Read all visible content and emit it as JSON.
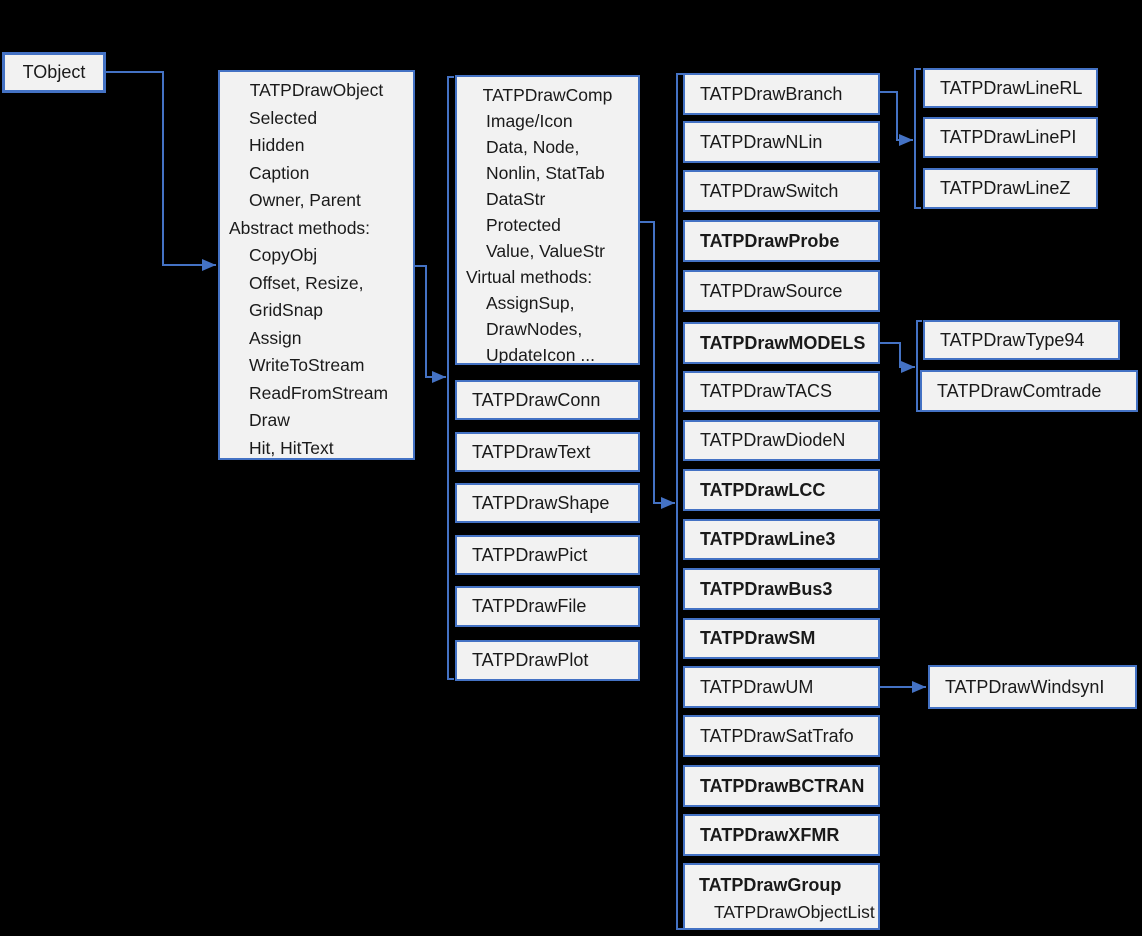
{
  "diagram": {
    "title": "TATPDraw class inheritance diagram",
    "background": "#000000",
    "accent": "#4472c4",
    "box_fill": "#f2f2f2",
    "text_color": "#1a1a1a"
  },
  "boxes": [
    {
      "id": "tobject",
      "label": "TObject"
    },
    {
      "id": "drawobject",
      "title": "TATPDrawObject",
      "members": [
        {
          "text": "Selected",
          "indent": 1
        },
        {
          "text": "Hidden",
          "indent": 1
        },
        {
          "text": "Caption",
          "indent": 1
        },
        {
          "text": "Owner, Parent",
          "indent": 1
        },
        {
          "text": "Abstract methods:",
          "indent": 0
        },
        {
          "text": "CopyObj",
          "indent": 1
        },
        {
          "text": "Offset, Resize,",
          "indent": 1
        },
        {
          "text": "GridSnap",
          "indent": 1
        },
        {
          "text": "Assign",
          "indent": 1
        },
        {
          "text": "WriteToStream",
          "indent": 1
        },
        {
          "text": "ReadFromStream",
          "indent": 1
        },
        {
          "text": "Draw",
          "indent": 1
        },
        {
          "text": "Hit, HitText",
          "indent": 1
        }
      ]
    },
    {
      "id": "comp",
      "title": "TATPDrawComp",
      "members": [
        {
          "text": "Image/Icon",
          "indent": 1
        },
        {
          "text": "Data, Node,",
          "indent": 1
        },
        {
          "text": "Nonlin, StatTab",
          "indent": 1
        },
        {
          "text": "DataStr",
          "indent": 1
        },
        {
          "text": "Protected",
          "indent": 1
        },
        {
          "text": "Value, ValueStr",
          "indent": 1
        },
        {
          "text": "Virtual methods:",
          "indent": 0
        },
        {
          "text": "AssignSup,",
          "indent": 1
        },
        {
          "text": "DrawNodes,",
          "indent": 1
        },
        {
          "text": "UpdateIcon ...",
          "indent": 1
        }
      ]
    },
    {
      "id": "conn",
      "label": "TATPDrawConn"
    },
    {
      "id": "text",
      "label": "TATPDrawText"
    },
    {
      "id": "shape",
      "label": "TATPDrawShape"
    },
    {
      "id": "pict",
      "label": "TATPDrawPict"
    },
    {
      "id": "file",
      "label": "TATPDrawFile"
    },
    {
      "id": "plot",
      "label": "TATPDrawPlot"
    },
    {
      "id": "branch",
      "label": "TATPDrawBranch"
    },
    {
      "id": "nlin",
      "label": "TATPDrawNLin"
    },
    {
      "id": "switch",
      "label": "TATPDrawSwitch"
    },
    {
      "id": "probe",
      "label": "TATPDrawProbe",
      "bold": true
    },
    {
      "id": "source",
      "label": "TATPDrawSource"
    },
    {
      "id": "models",
      "label": "TATPDrawMODELS",
      "bold": true
    },
    {
      "id": "tacs",
      "label": "TATPDrawTACS"
    },
    {
      "id": "dioden",
      "label": "TATPDrawDiodeN"
    },
    {
      "id": "lcc",
      "label": "TATPDrawLCC",
      "bold": true
    },
    {
      "id": "line3",
      "label": "TATPDrawLine3",
      "bold": true
    },
    {
      "id": "bus3",
      "label": "TATPDrawBus3",
      "bold": true
    },
    {
      "id": "sm",
      "label": "TATPDrawSM",
      "bold": true
    },
    {
      "id": "um",
      "label": "TATPDrawUM"
    },
    {
      "id": "sattrafo",
      "label": "TATPDrawSatTrafo"
    },
    {
      "id": "bctran",
      "label": "TATPDrawBCTRAN",
      "bold": true
    },
    {
      "id": "xfmr",
      "label": "TATPDrawXFMR",
      "bold": true
    },
    {
      "id": "group",
      "title": "TATPDrawGroup",
      "bold": true,
      "sub": "TATPDrawObjectList"
    },
    {
      "id": "linerl",
      "label": "TATPDrawLineRL"
    },
    {
      "id": "linepi",
      "label": "TATPDrawLinePI"
    },
    {
      "id": "linez",
      "label": "TATPDrawLineZ"
    },
    {
      "id": "type94",
      "label": "TATPDrawType94"
    },
    {
      "id": "comtrade",
      "label": "TATPDrawComtrade"
    },
    {
      "id": "windsyn",
      "label": "TATPDrawWindsynI"
    }
  ],
  "edges": [
    {
      "id": "e1",
      "from": "tobject",
      "to": "drawobject"
    },
    {
      "id": "e2",
      "from": "drawobject",
      "to": "comp-subclasses-bracket"
    },
    {
      "id": "e3",
      "from": "comp",
      "to": "component-subclasses-bracket"
    },
    {
      "id": "e4",
      "from": "branch",
      "to": "line-subclasses-bracket"
    },
    {
      "id": "e5",
      "from": "models",
      "to": "models-subclasses-bracket"
    },
    {
      "id": "e6",
      "from": "um",
      "to": "windsyn"
    }
  ]
}
